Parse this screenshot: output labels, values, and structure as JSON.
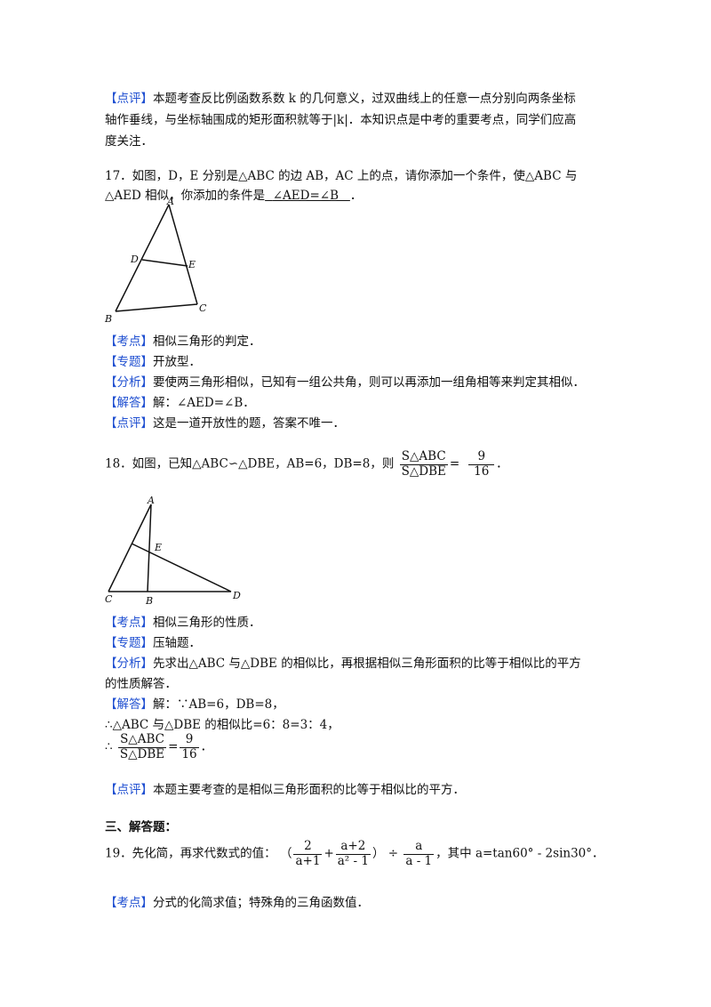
{
  "tags": {
    "comment": "【点评】",
    "point": "【考点】",
    "topic": "【专题】",
    "analysis": "【分析】",
    "answer": "【解答】"
  },
  "intro": {
    "line1": "本题考查反比例函数系数 k 的几何意义，过双曲线上的任意一点分别向两条坐标",
    "line2": "轴作垂线，与坐标轴围成的矩形面积就等于|k|．本知识点是中考的重要考点，同学们应高",
    "line3": "度关注．"
  },
  "q17": {
    "line1": "17．如图，D，E 分别是△ABC 的边 AB，AC 上的点，请你添加一个条件，使△ABC 与",
    "line2_pre": "△AED 相似，你添加的条件是",
    "answer": "∠AED=∠B",
    "line2_post": "．",
    "labels": {
      "A": "A",
      "B": "B",
      "C": "C",
      "D": "D",
      "E": "E"
    },
    "point": "相似三角形的判定．",
    "topic": "开放型．",
    "analysis": "要使两三角形相似，已知有一组公共角，则可以再添加一组角相等来判定其相似．",
    "answer_text": "解：∠AED=∠B．",
    "comment": "这是一道开放性的题，答案不唯一．"
  },
  "q18": {
    "line1_pre": "18．如图，已知△ABC∽△DBE，AB=6，DB=8，则",
    "frac_num": "S△ABC",
    "frac_den": "S△DBE",
    "eq": "=",
    "ans_num": "9",
    "ans_den": "16",
    "line1_post": "．",
    "labels": {
      "A": "A",
      "B": "B",
      "C": "C",
      "D": "D",
      "E": "E"
    },
    "point": "相似三角形的性质．",
    "topic": "压轴题．",
    "analysis1": "先求出△ABC 与△DBE 的相似比，再根据相似三角形面积的比等于相似比的平方",
    "analysis2": "的性质解答．",
    "answer1": "解：∵AB=6，DB=8，",
    "answer2": "∴△ABC 与△DBE 的相似比=6：8=3：4，",
    "therefore": "∴",
    "res_num": "S△ABC",
    "res_den": "S△DBE",
    "res_eq": "=",
    "res_val_num": "9",
    "res_val_den": "16",
    "res_end": "．",
    "comment": "本题主要考查的是相似三角形面积的比等于相似比的平方．"
  },
  "section3": {
    "title": "三、解答题："
  },
  "q19": {
    "pre": "19．先化简，再求代数式的值：",
    "lparen": "（",
    "f1_num": "2",
    "f1_den": "a+1",
    "plus": "+",
    "f2_num": "a+2",
    "f2_den": "a² - 1",
    "rparen": "）",
    "div": "÷",
    "f3_num": "a",
    "f3_den": "a - 1",
    "post": "，其中 a=tan60° - 2sin30°．",
    "point": "分式的化简求值；特殊角的三角函数值．"
  }
}
